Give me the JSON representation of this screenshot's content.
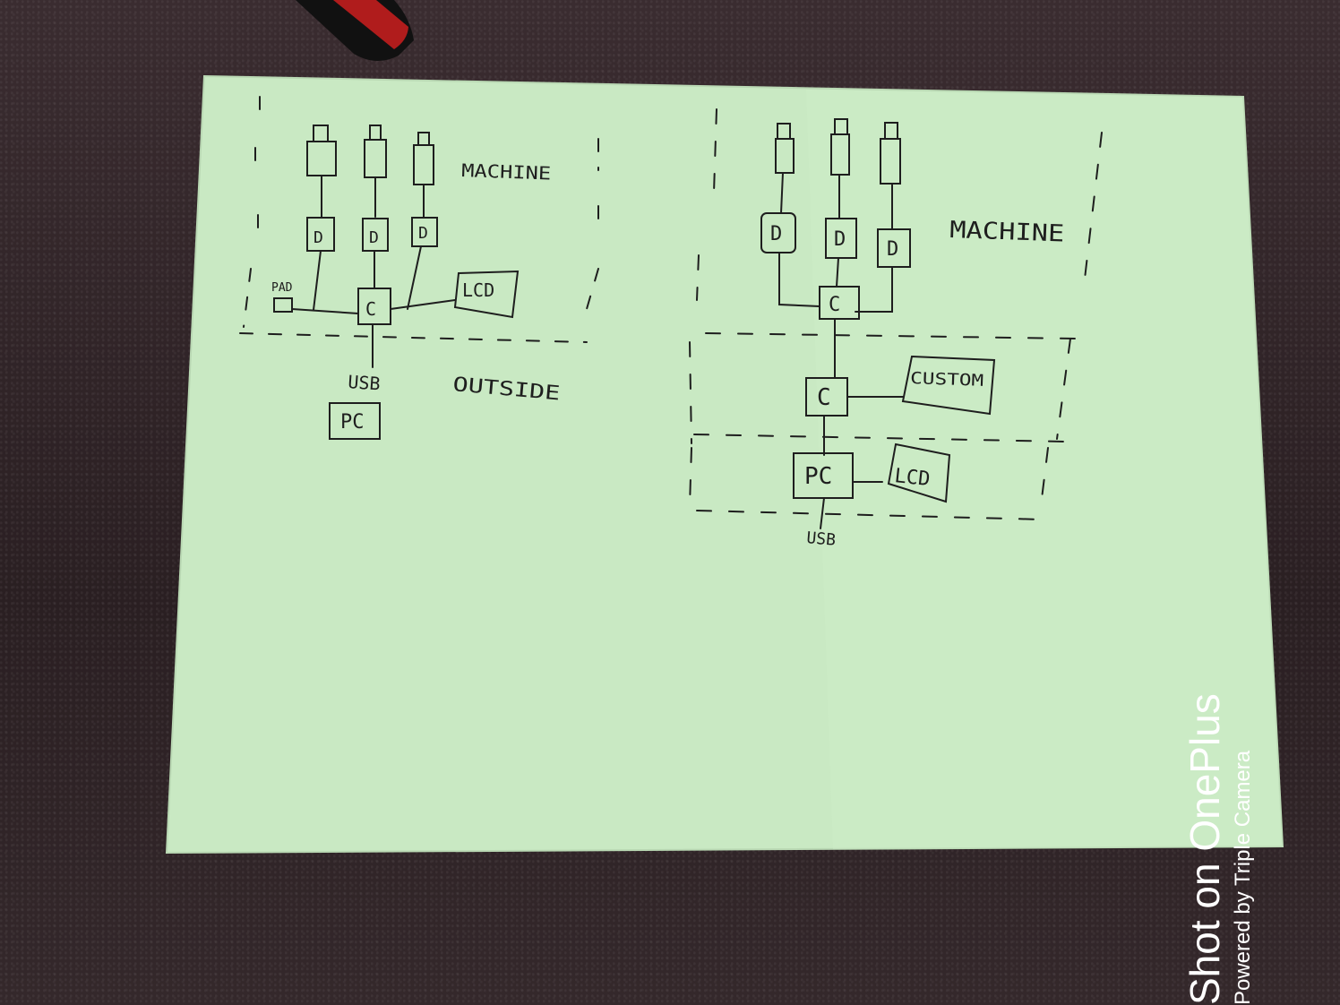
{
  "left_diagram": {
    "region_label": "MACHINE",
    "outside_label": "OUTSIDE",
    "driver_labels": [
      "D",
      "D",
      "D"
    ],
    "controller_label": "C",
    "pad_label": "PAD",
    "lcd_label": "LCD",
    "usb_label": "USB",
    "pc_label": "PC"
  },
  "right_diagram": {
    "region_label": "MACHINE",
    "driver_labels": [
      "D",
      "D",
      "D"
    ],
    "controller_label": "C",
    "middle_controller_label": "C",
    "custom_label": "CUSTOM",
    "pc_label": "PC",
    "lcd_label": "LCD",
    "usb_label": "USB"
  },
  "watermark": {
    "main": "Shot on OnePlus",
    "sub": "Powered by Triple Camera"
  },
  "colors": {
    "paper": "#c9e9c3",
    "ink": "#1e1e1e",
    "background": "#2e2326"
  }
}
